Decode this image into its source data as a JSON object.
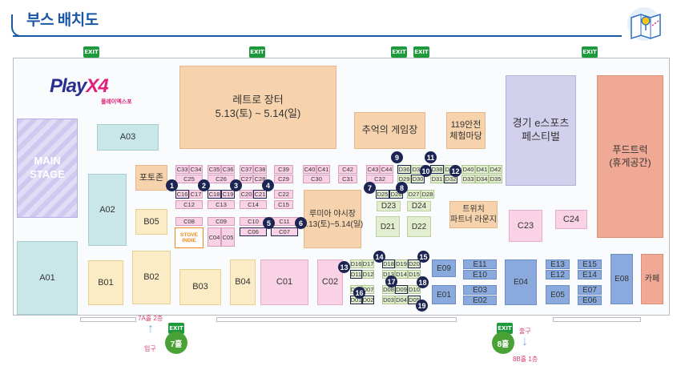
{
  "title": "부스 배치도",
  "logo": {
    "main": "Play",
    "x4": "X4",
    "sub": "플레이엑스포"
  },
  "exit_label": "EXIT",
  "zones": {
    "main_stage": "MAIN\nSTAGE",
    "retro": "레트로 장터\n5.13(토) ~ 5.14(일)",
    "memory_game": "추억의 게임장",
    "safety": "119안전\n체험마당",
    "esports": "경기 e스포츠\n페스티벌",
    "foodtruck": "푸드트럭\n(휴게공간)",
    "photo": "포토존",
    "night_market": "루미아 야시장\n5.13(토)~5.14(일)",
    "twitch": "트위치\n파트너 라운지",
    "cafe": "카페"
  },
  "booths": {
    "A01": "A01",
    "A02": "A02",
    "A03": "A03",
    "B01": "B01",
    "B02": "B02",
    "B03": "B03",
    "B04": "B04",
    "B05": "B05",
    "C01": "C01",
    "C02": "C02",
    "C23": "C23",
    "C24": "C24",
    "D21": "D21",
    "D22": "D22",
    "D23": "D23",
    "D24": "D24",
    "E01": "E01",
    "E02": "E02",
    "E03": "E03",
    "E04": "E04",
    "E05": "E05",
    "E06": "E06",
    "E07": "E07",
    "E08": "E08",
    "E09": "E09",
    "E10": "E10",
    "E11": "E11",
    "E12": "E12",
    "E13": "E13",
    "E14": "E14",
    "E15": "E15"
  },
  "small_booths": {
    "c33": "C33",
    "c34": "C34",
    "c25": "C25",
    "c35": "C35",
    "c36": "C36",
    "c26": "C26",
    "c37": "C37",
    "c38": "C38",
    "c27": "C27",
    "c28": "C28",
    "c39": "C39",
    "c29": "C29",
    "c40": "C40",
    "c41": "C41",
    "c30": "C30",
    "c42": "C42",
    "c31": "C31",
    "c43": "C43",
    "c44": "C44",
    "c32": "C32",
    "c16": "C16",
    "c17": "C17",
    "c12": "C12",
    "c18": "C18",
    "c19": "C19",
    "c13": "C13",
    "c20": "C20",
    "c21": "C21",
    "c14": "C14",
    "c22": "C22",
    "c15": "C15",
    "c08": "C08",
    "c09": "C09",
    "c10": "C10",
    "c11": "C11",
    "c04": "C04",
    "c05": "C05",
    "c06": "C06",
    "c07": "C07",
    "d36": "D36",
    "d37": "D37",
    "d29": "D29",
    "d30": "D30",
    "d25": "D25",
    "d26": "D26",
    "d27": "D27",
    "d28": "D28",
    "d38": "D38",
    "d39": "D39",
    "d31": "D31",
    "d32": "D32",
    "d40": "D40",
    "d41": "D41",
    "d42": "D42",
    "d33": "D33",
    "d34": "D34",
    "d35": "D35",
    "d16": "D16",
    "d17": "D17",
    "d11": "D11",
    "d12": "D12",
    "d18": "D18",
    "d19": "D19",
    "d20": "D20",
    "d13": "D13",
    "d14": "D14",
    "d15": "D15",
    "d06": "D06",
    "d07": "D07",
    "d01": "D01",
    "d02": "D02",
    "d08": "D08",
    "d09": "D09",
    "d10": "D10",
    "d03": "D03",
    "d04": "D04",
    "d05": "D05"
  },
  "markers": [
    "1",
    "2",
    "3",
    "4",
    "5",
    "6",
    "7",
    "8",
    "9",
    "10",
    "11",
    "12",
    "13",
    "14",
    "15",
    "16",
    "17",
    "18",
    "19"
  ],
  "stove": {
    "line1": "STOVE",
    "line2": "INDIE"
  },
  "hall7": {
    "name": "7홀",
    "upstairs": "7A홀 2층",
    "entrance": "입구"
  },
  "hall8": {
    "name": "8홀",
    "exit": "출구",
    "downstairs": "8B홀 1층"
  }
}
